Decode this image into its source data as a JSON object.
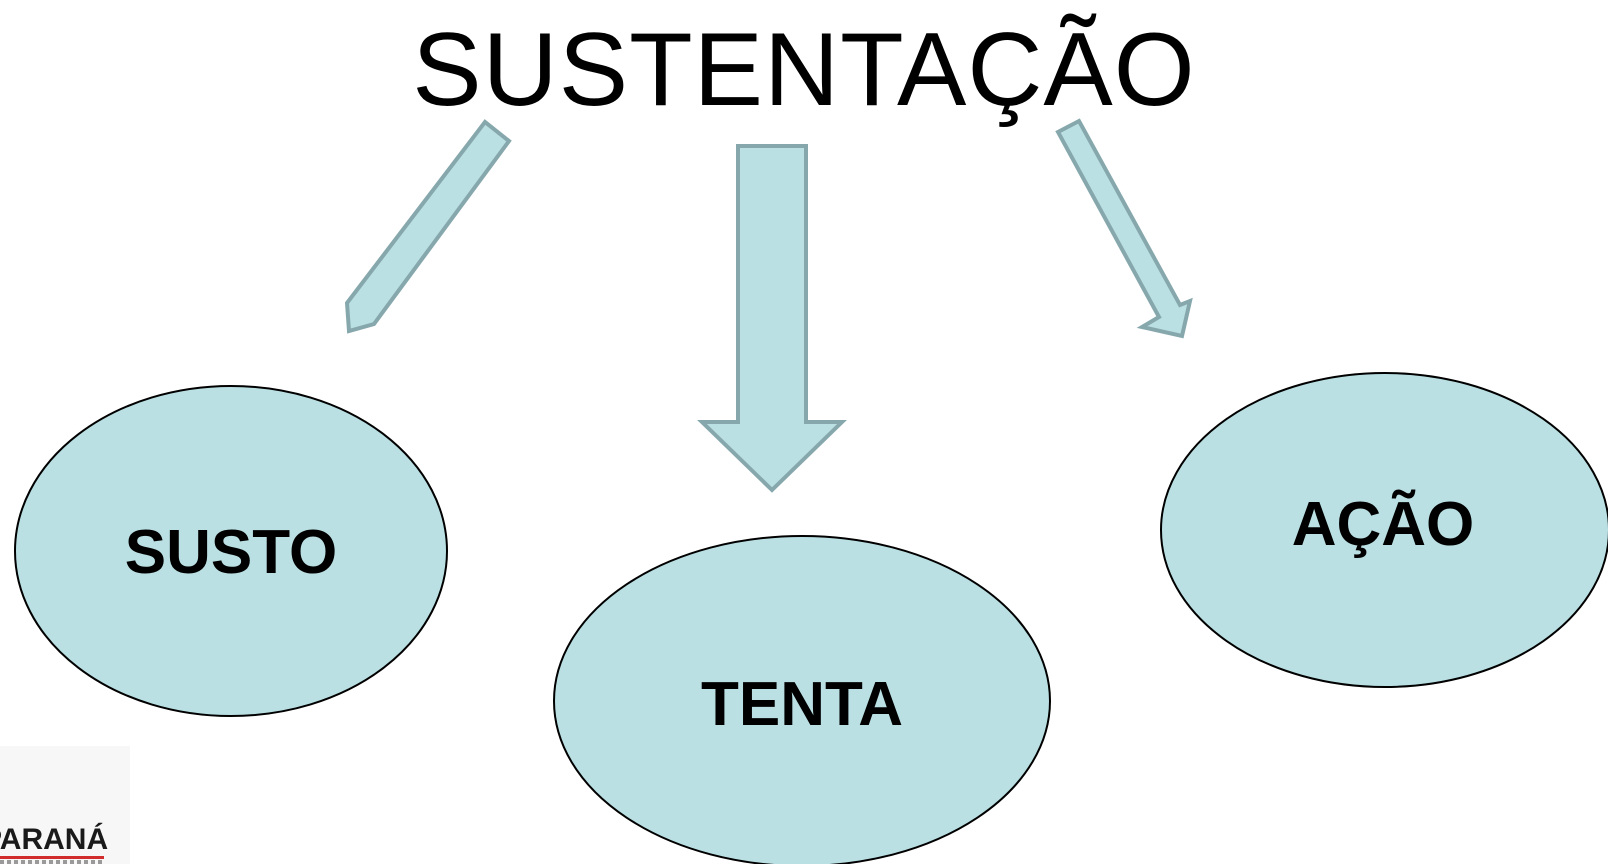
{
  "slide": {
    "title": "SUSTENTAÇÃO",
    "nodes": [
      {
        "id": "susto",
        "label": "SUSTO"
      },
      {
        "id": "tenta",
        "label": "TENTA"
      },
      {
        "id": "acao",
        "label": "AÇÃO"
      }
    ],
    "edges": [
      {
        "from": "title",
        "to": "susto"
      },
      {
        "from": "title",
        "to": "tenta"
      },
      {
        "from": "title",
        "to": "acao"
      }
    ],
    "logo": {
      "text": "PARANÁ"
    }
  },
  "colors": {
    "node_fill": "#bae0e4",
    "node_stroke": "#000000",
    "arrow_fill": "#bae0e4",
    "arrow_stroke": "#86a8ad",
    "logo_accent": "#d22d2d"
  }
}
